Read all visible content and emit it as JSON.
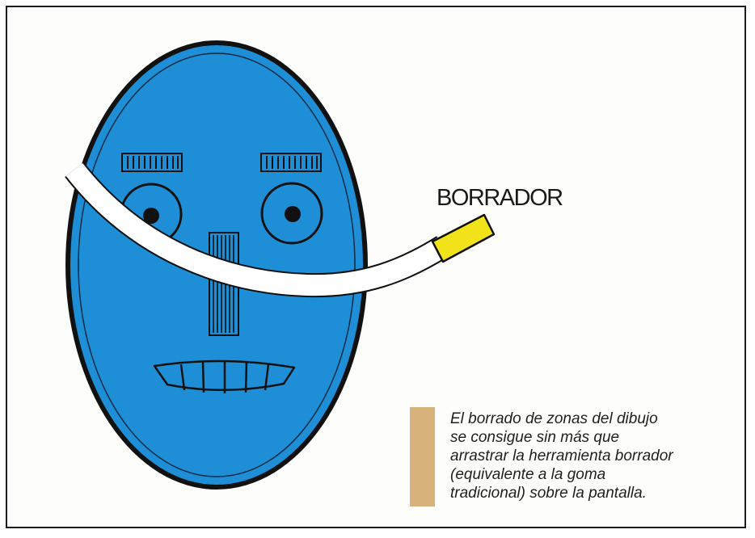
{
  "labels": {
    "eraser": "BORRADOR"
  },
  "caption": {
    "lines": [
      "El borrado de zonas del dibujo",
      "se consigue sin más que",
      "arrastrar la herramienta borrador",
      "(equivalente a la goma",
      "tradicional) sobre la pantalla."
    ]
  },
  "colors": {
    "face_fill": "#1e8fd6",
    "outline": "#111111",
    "eraser_tip": "#f2e21a",
    "caption_marker": "#d7b27a",
    "erased_path": "#ffffff"
  },
  "icons": {
    "face": "oval-face-drawing",
    "eraser": "eraser-tool-icon"
  }
}
